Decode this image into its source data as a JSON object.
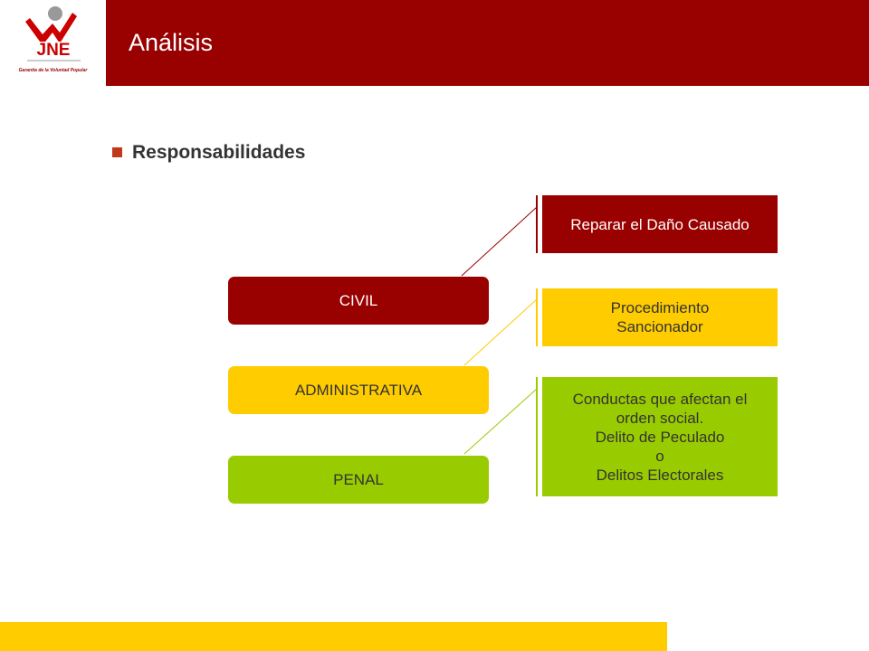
{
  "header": {
    "title": "Análisis",
    "logo_text": "JNE",
    "logo_tagline": "Garantía de la Voluntad Popular"
  },
  "section": {
    "heading": "Responsabilidades"
  },
  "categories": [
    {
      "label": "CIVIL",
      "color": "#990000",
      "text_color": "#ffffff"
    },
    {
      "label": "ADMINISTRATIVA",
      "color": "#ffcc00",
      "text_color": "#333333"
    },
    {
      "label": "PENAL",
      "color": "#99cc00",
      "text_color": "#333333"
    }
  ],
  "details": [
    {
      "text": "Reparar el Daño Causado",
      "color": "#990000",
      "text_color": "#ffffff"
    },
    {
      "text": "Procedimiento\nSancionador",
      "color": "#ffcc00",
      "text_color": "#333333"
    },
    {
      "text": "Conductas que afectan el\norden social.\nDelito de Peculado\no\nDelitos Electorales",
      "color": "#99cc00",
      "text_color": "#333333"
    }
  ],
  "footer": {
    "accent_color": "#ffcc00"
  }
}
